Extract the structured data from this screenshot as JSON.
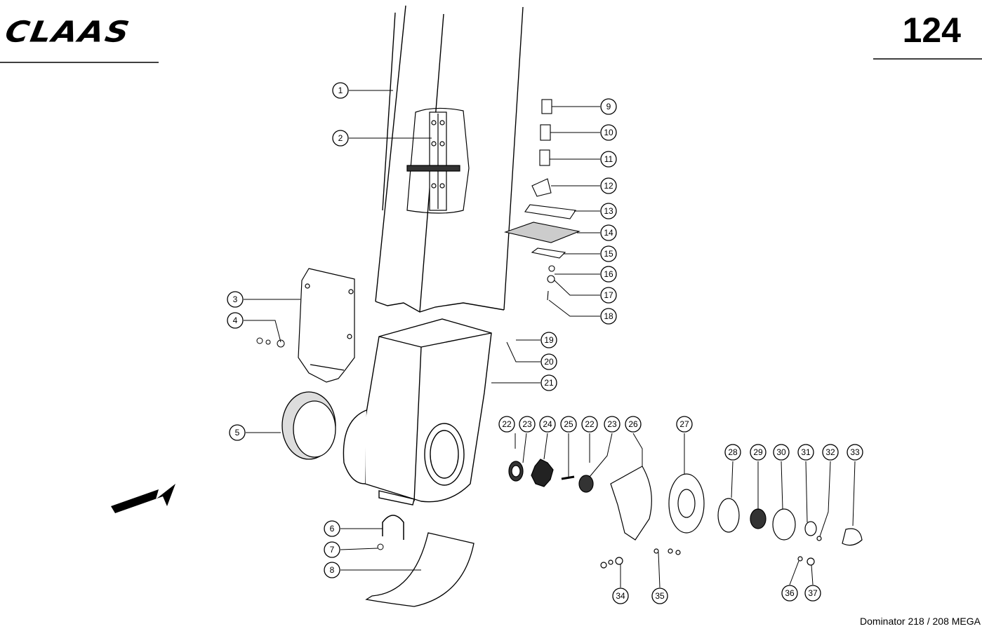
{
  "header": {
    "logo_text": "CLAAS",
    "page_number": "124"
  },
  "footer": {
    "model": "Dominator 218 / 208 MEGA"
  },
  "callouts": [
    {
      "id": "c1",
      "label": "1"
    },
    {
      "id": "c2",
      "label": "2"
    },
    {
      "id": "c3",
      "label": "3"
    },
    {
      "id": "c4",
      "label": "4"
    },
    {
      "id": "c5",
      "label": "5"
    },
    {
      "id": "c6",
      "label": "6"
    },
    {
      "id": "c7",
      "label": "7"
    },
    {
      "id": "c8",
      "label": "8"
    },
    {
      "id": "c9",
      "label": "9"
    },
    {
      "id": "c10",
      "label": "10"
    },
    {
      "id": "c11",
      "label": "11"
    },
    {
      "id": "c12",
      "label": "12"
    },
    {
      "id": "c13",
      "label": "13"
    },
    {
      "id": "c14",
      "label": "14"
    },
    {
      "id": "c15",
      "label": "15"
    },
    {
      "id": "c16",
      "label": "16"
    },
    {
      "id": "c17",
      "label": "17"
    },
    {
      "id": "c18",
      "label": "18"
    },
    {
      "id": "c19",
      "label": "19"
    },
    {
      "id": "c20",
      "label": "20"
    },
    {
      "id": "c21",
      "label": "21"
    },
    {
      "id": "c22a",
      "label": "22"
    },
    {
      "id": "c23a",
      "label": "23"
    },
    {
      "id": "c24",
      "label": "24"
    },
    {
      "id": "c25",
      "label": "25"
    },
    {
      "id": "c22b",
      "label": "22"
    },
    {
      "id": "c23b",
      "label": "23"
    },
    {
      "id": "c26",
      "label": "26"
    },
    {
      "id": "c27",
      "label": "27"
    },
    {
      "id": "c28",
      "label": "28"
    },
    {
      "id": "c29",
      "label": "29"
    },
    {
      "id": "c30",
      "label": "30"
    },
    {
      "id": "c31",
      "label": "31"
    },
    {
      "id": "c32",
      "label": "32"
    },
    {
      "id": "c33",
      "label": "33"
    },
    {
      "id": "c34",
      "label": "34"
    },
    {
      "id": "c35",
      "label": "35"
    },
    {
      "id": "c36",
      "label": "36"
    },
    {
      "id": "c37",
      "label": "37"
    }
  ],
  "colors": {
    "ink": "#000000",
    "paper": "#ffffff"
  }
}
